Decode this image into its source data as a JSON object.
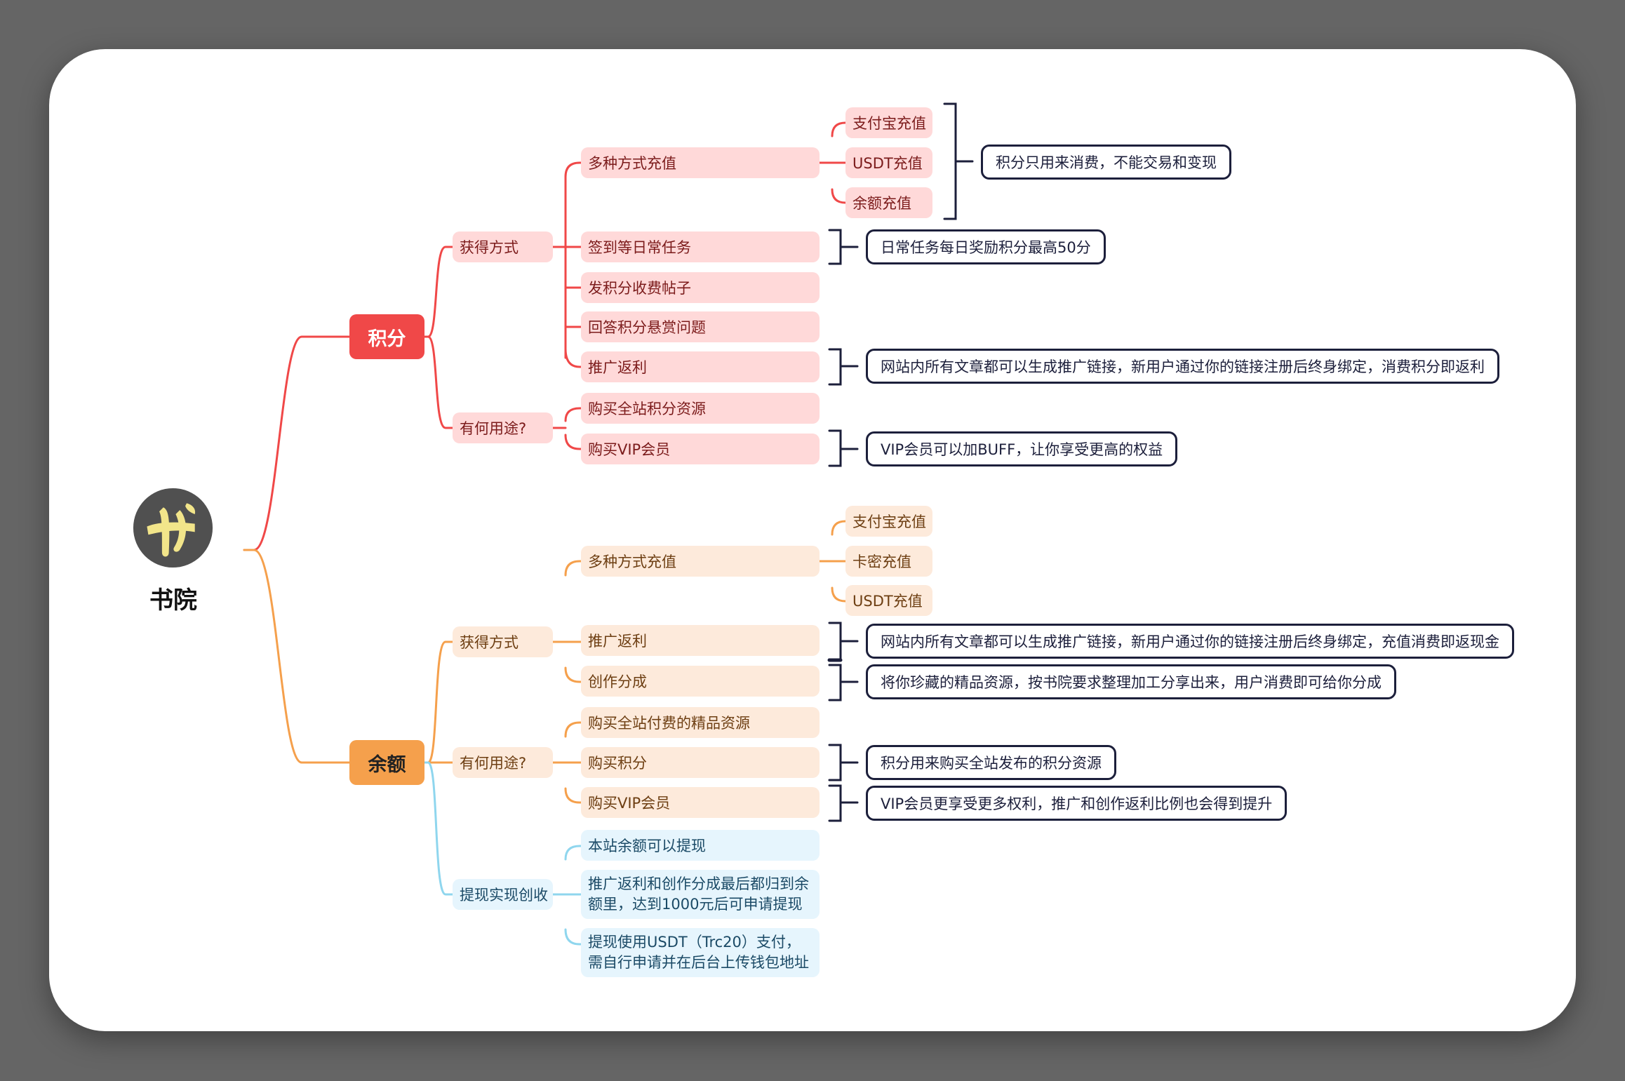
{
  "root": {
    "title": "书院",
    "logo_icon": "shuyuan-logo-icon"
  },
  "colors": {
    "red": "#f04848",
    "orange": "#f5a04c",
    "blue": "#8fd6ee",
    "note_border": "#1c1f3b"
  },
  "points": {
    "label": "积分",
    "obtain": {
      "label": "获得方式",
      "recharge": {
        "label": "多种方式充值",
        "items": [
          "支付宝充值",
          "USDT充值",
          "余额充值"
        ],
        "note": "积分只用来消费，不能交易和变现"
      },
      "checkin": {
        "label": "签到等日常任务",
        "note": "日常任务每日奖励积分最高50分"
      },
      "paid_post": {
        "label": "发积分收费帖子"
      },
      "bounty": {
        "label": "回答积分悬赏问题"
      },
      "referral": {
        "label": "推广返利",
        "note": "网站内所有文章都可以生成推广链接，新用户通过你的链接注册后终身绑定，消费积分即返利"
      }
    },
    "use": {
      "label": "有何用途?",
      "buy_resources": {
        "label": "购买全站积分资源"
      },
      "buy_vip": {
        "label": "购买VIP会员",
        "note": "VIP会员可以加BUFF，让你享受更高的权益"
      }
    }
  },
  "balance": {
    "label": "余额",
    "obtain": {
      "label": "获得方式",
      "recharge": {
        "label": "多种方式充值",
        "items": [
          "支付宝充值",
          "卡密充值",
          "USDT充值"
        ]
      },
      "referral": {
        "label": "推广返利",
        "note": "网站内所有文章都可以生成推广链接，新用户通过你的链接注册后终身绑定，充值消费即返现金"
      },
      "creation": {
        "label": "创作分成",
        "note": "将你珍藏的精品资源，按书院要求整理加工分享出来，用户消费即可给你分成"
      }
    },
    "use": {
      "label": "有何用途?",
      "buy_resources": {
        "label": "购买全站付费的精品资源"
      },
      "buy_points": {
        "label": "购买积分",
        "note": "积分用来购买全站发布的积分资源"
      },
      "buy_vip": {
        "label": "购买VIP会员",
        "note": "VIP会员更享受更多权利，推广和创作返利比例也会得到提升"
      }
    },
    "withdraw": {
      "label": "提现实现创收",
      "items": [
        "本站余额可以提现",
        "推广返利和创作分成最后都归到余额里，达到1000元后可申请提现",
        "提现使用USDT（Trc20）支付，需自行申请并在后台上传钱包地址"
      ]
    }
  }
}
